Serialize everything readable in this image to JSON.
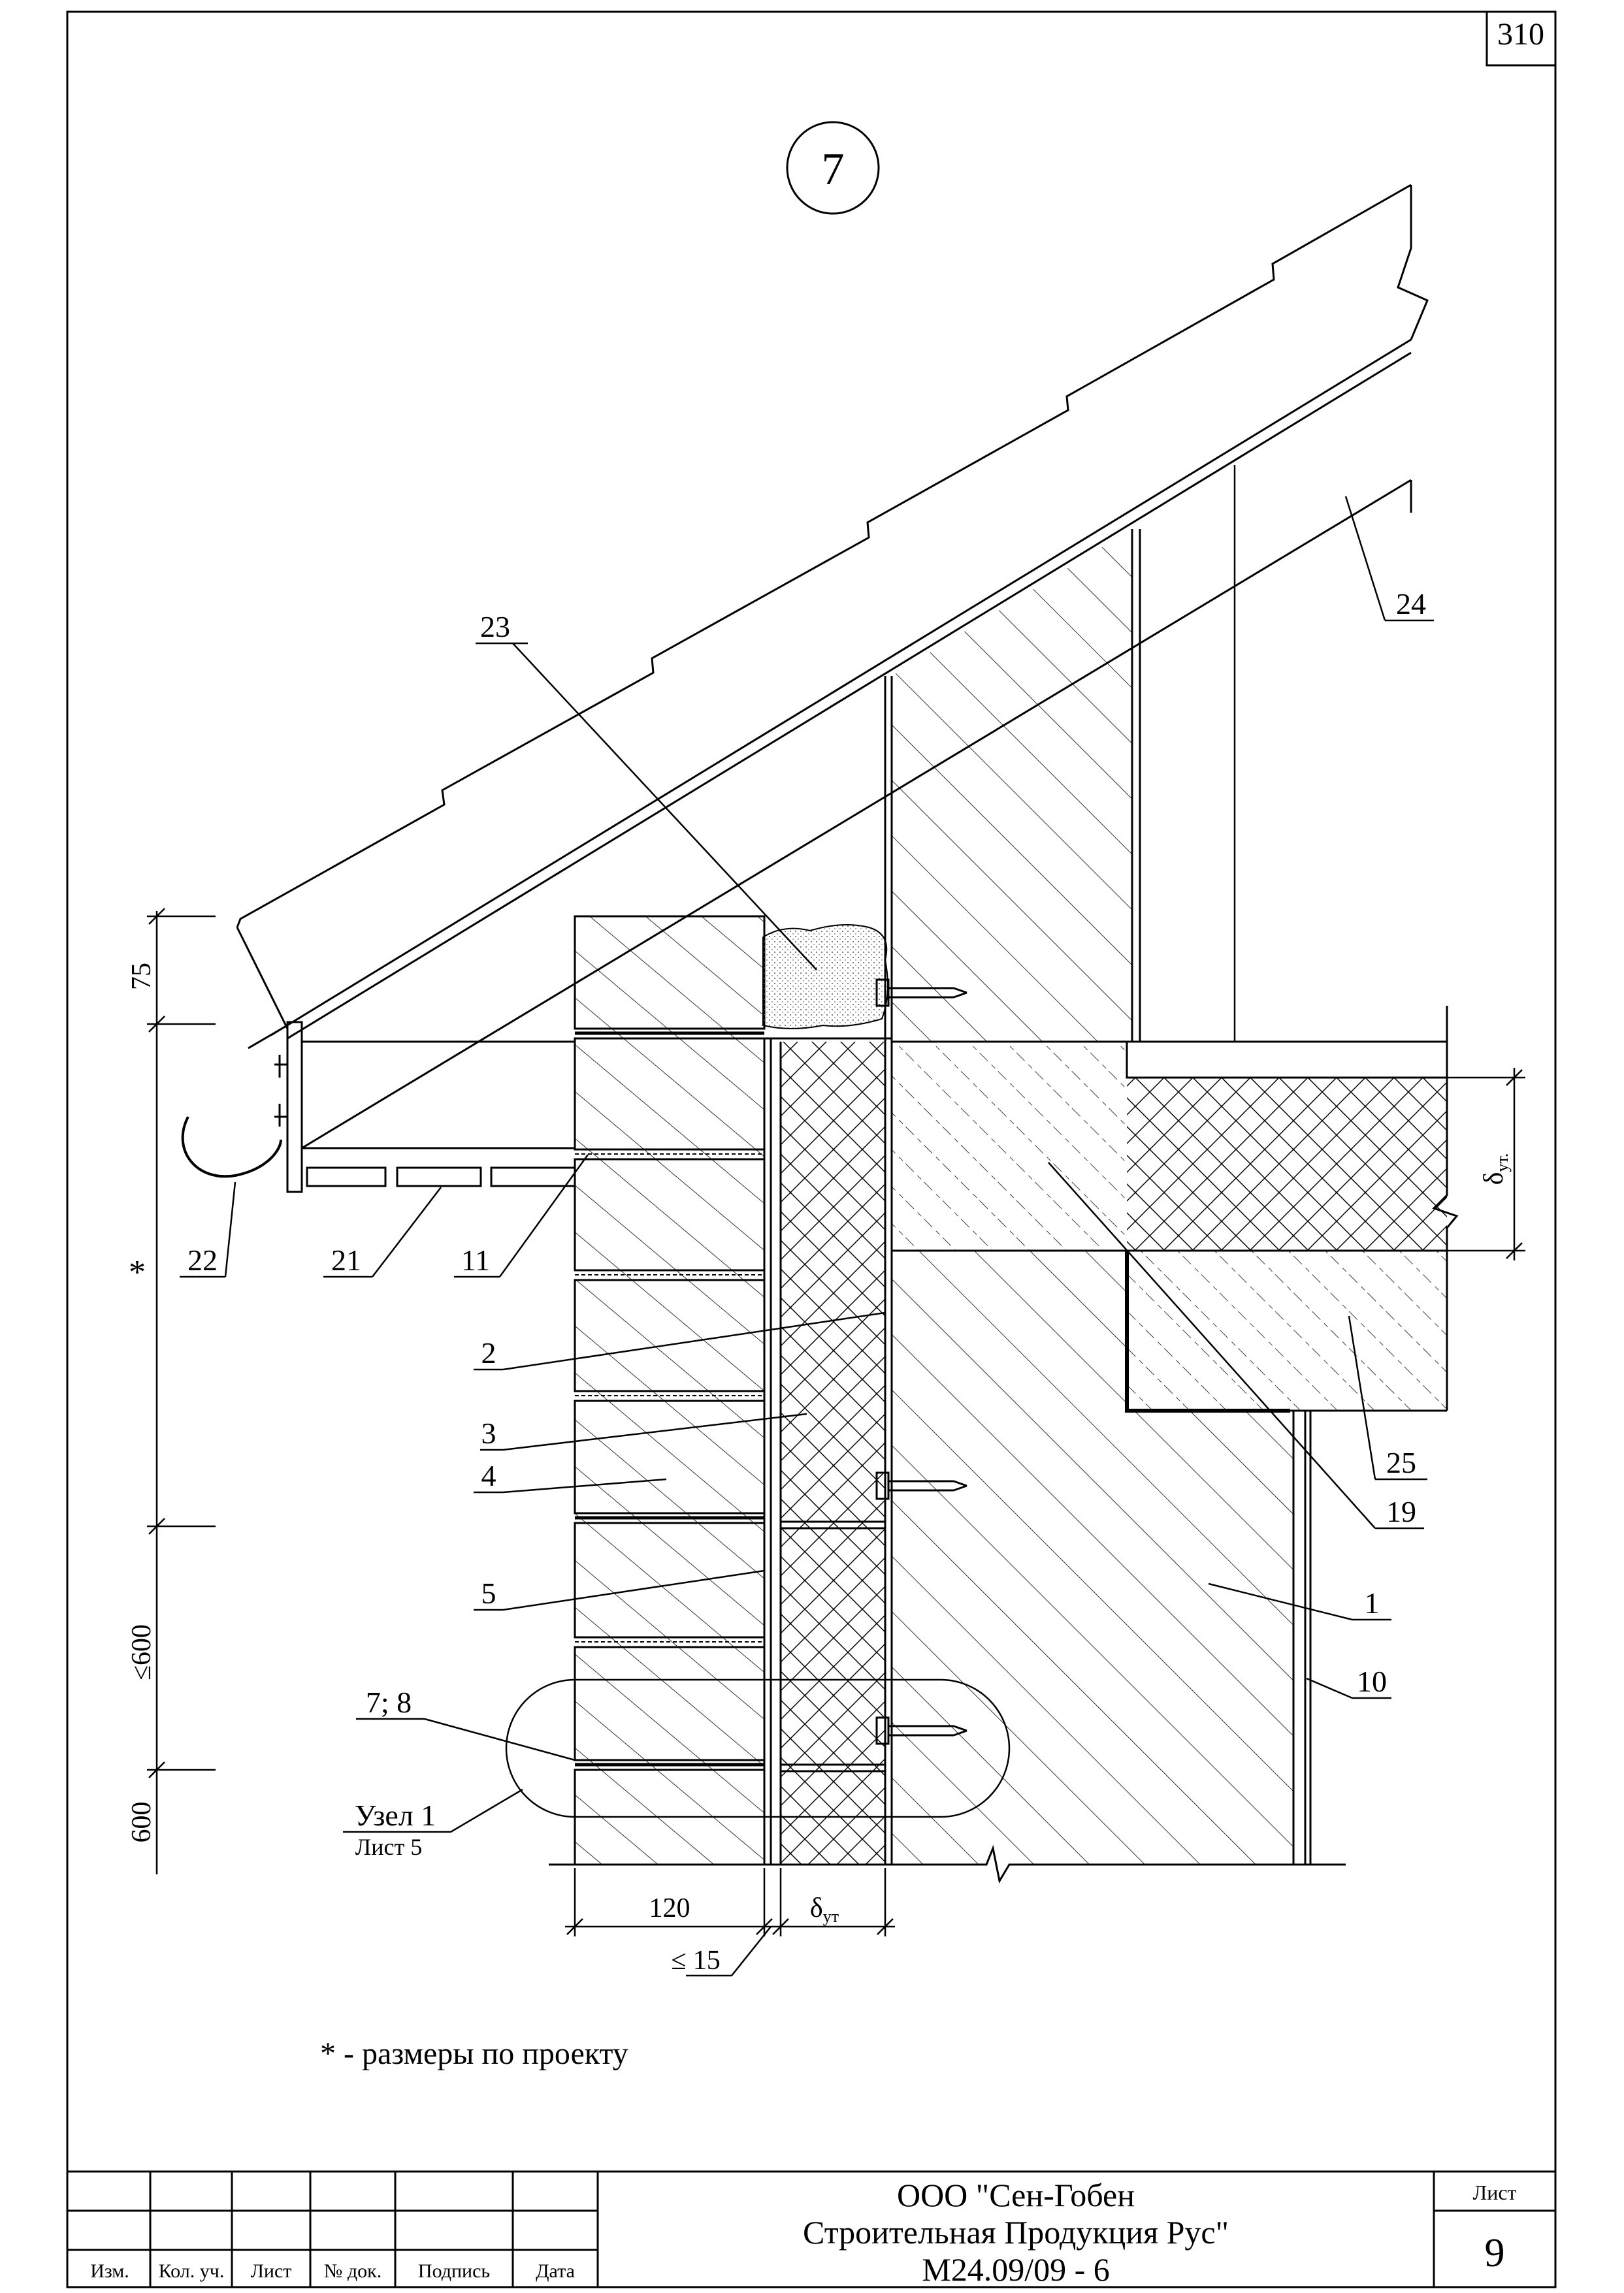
{
  "sheet_number_top": "310",
  "node_number": "7",
  "callouts": {
    "c1": "1",
    "c2": "2",
    "c3": "3",
    "c4": "4",
    "c5": "5",
    "c78": "7; 8",
    "c10": "10",
    "c11": "11",
    "c19": "19",
    "c21": "21",
    "c22": "22",
    "c23": "23",
    "c24": "24",
    "c25": "25"
  },
  "dimensions": {
    "d75": "75",
    "dstar": "*",
    "d600le": "≤600",
    "d600": "600",
    "d120": "120",
    "d15": "≤ 15",
    "delta_ut_bottom_main": "δ",
    "delta_ut_bottom_sub": "ут",
    "delta_ut_right_main": "δ",
    "delta_ut_right_sub": "ут."
  },
  "node_ref": {
    "title": "Узел 1",
    "sheet": "Лист 5"
  },
  "note": "* - размеры по проекту",
  "title_block": {
    "headers": [
      "Изм.",
      "Кол. уч.",
      "Лист",
      "№ док.",
      "Подпись",
      "Дата"
    ],
    "company_line1": "ООО \"Сен-Гобен",
    "company_line2": "Строительная Продукция Рус\"",
    "doc_code": "М24.09/09 - 6",
    "sheet_label": "Лист",
    "sheet_value": "9"
  }
}
